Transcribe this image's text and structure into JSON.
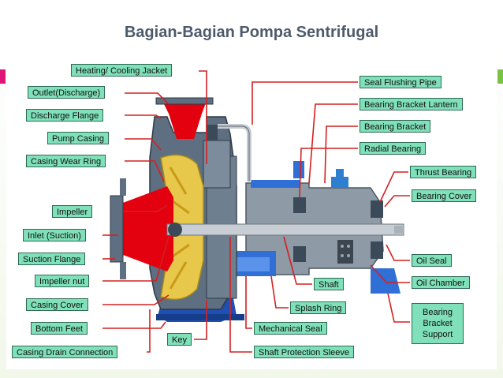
{
  "title": "Bagian-Bagian Pompa Sentrifugal",
  "colors": {
    "casing": "#5d6f80",
    "impeller": "#e8c84a",
    "inlet": "#e3000f",
    "seal": "#2f6fd6",
    "label_bg": "#7fe0b9",
    "leader": "#d42020",
    "accent_left": "#e0137a",
    "accent_right": "#7cc242"
  },
  "labels": {
    "heating_cooling_jacket": "Heating/ Cooling Jacket",
    "outlet": "Outlet(Discharge)",
    "discharge_flange": "Discharge Flange",
    "pump_casing": "Pump Casing",
    "casing_wear_ring": "Casing Wear Ring",
    "impeller": "Impeller",
    "inlet": "Inlet (Suction)",
    "suction_flange": "Suction Flange",
    "impeller_nut": "Impeller nut",
    "casing_cover": "Casing Cover",
    "bottom_feet": "Bottom Feet",
    "casing_drain": "Casing Drain Connection",
    "key": "Key",
    "seal_flushing_pipe": "Seal Flushing Pipe",
    "bearing_bracket_lantern": "Bearing Bracket Lantern",
    "bearing_bracket": "Bearing Bracket",
    "radial_bearing": "Radial Bearing",
    "thrust_bearing": "Thrust Bearing",
    "bearing_cover": "Bearing Cover",
    "oil_seal": "Oil Seal",
    "oil_chamber": "Oil Chamber",
    "shaft": "Shaft",
    "splash_ring": "Splash Ring",
    "mechanical_seal": "Mechanical Seal",
    "shaft_protection_sleeve": "Shaft Protection Sleeve",
    "bearing_bracket_support": "Bearing\nBracket\nSupport"
  }
}
